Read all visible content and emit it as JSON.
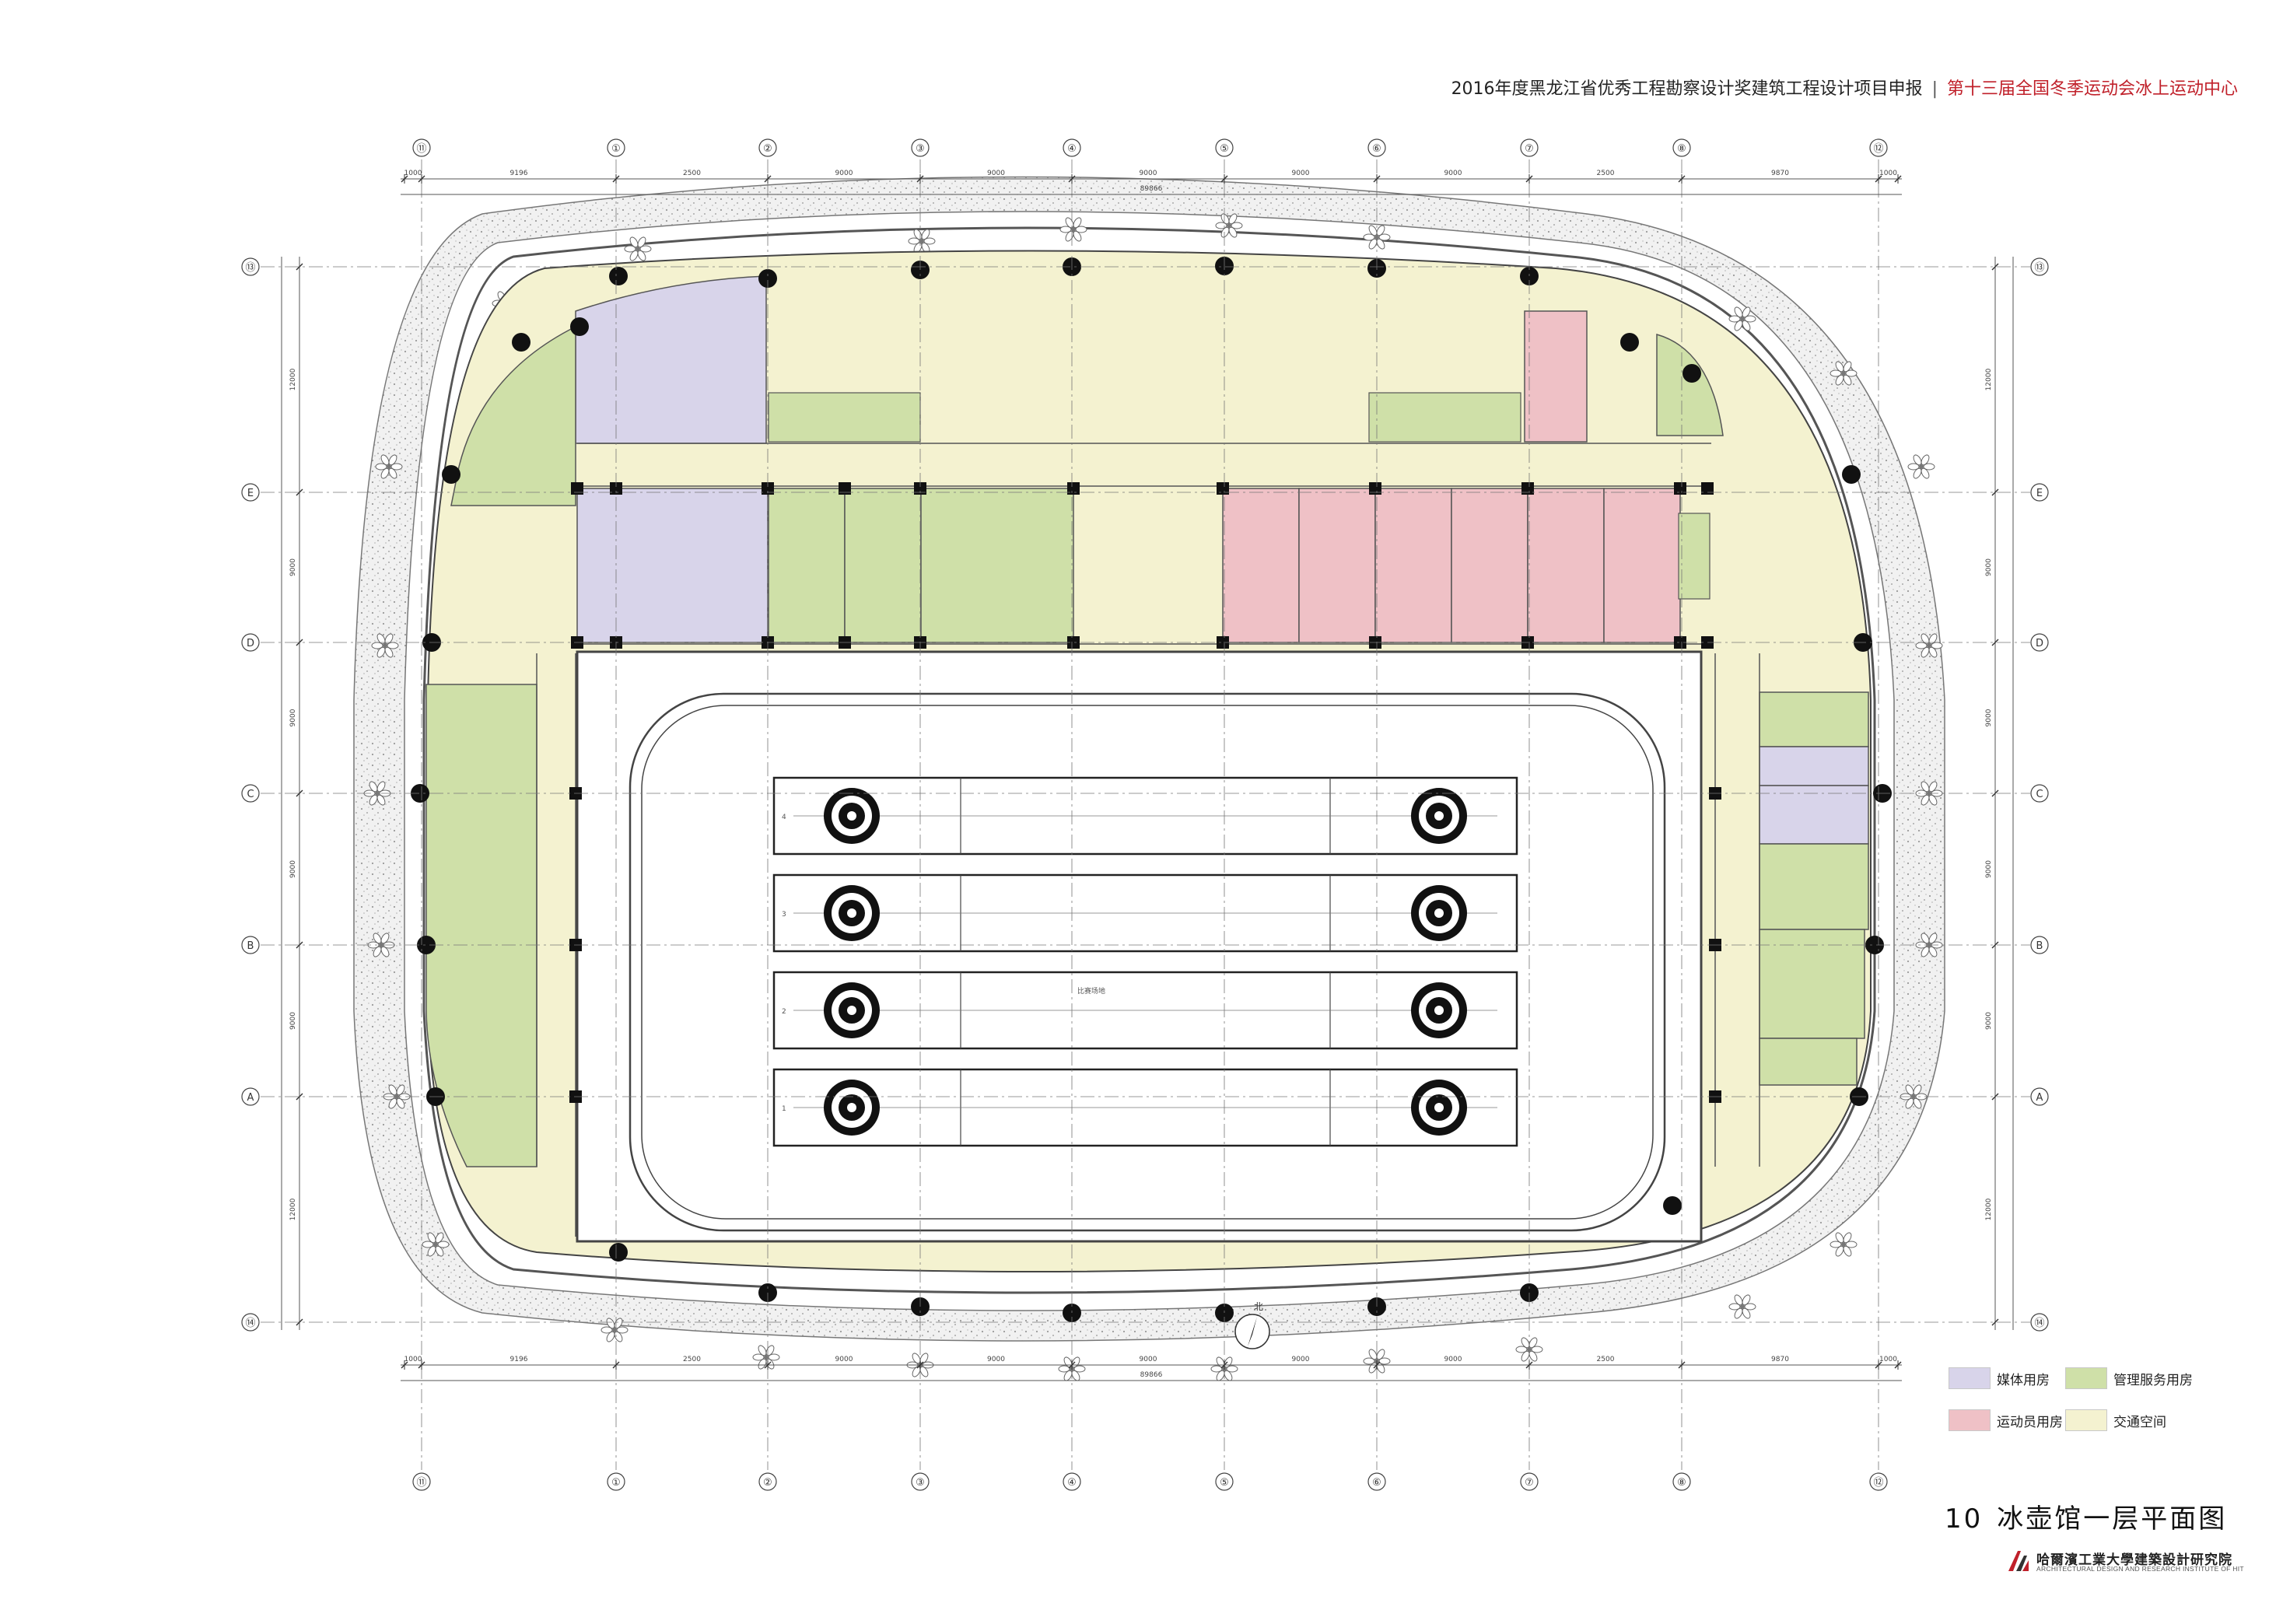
{
  "header": {
    "award_line": "2016年度黑龙江省优秀工程勘察设计奖建筑工程设计项目申报",
    "separator": "|",
    "project_name": "第十三届全国冬季运动会冰上运动中心"
  },
  "drawing": {
    "number": "10",
    "title": "冰壶馆一层平面图",
    "north_label": "北",
    "field_label": "比赛场地"
  },
  "grid": {
    "columns_top": [
      "⑪",
      "①",
      "②",
      "③",
      "④",
      "⑤",
      "⑥",
      "⑦",
      "⑧",
      "⑫"
    ],
    "rows": [
      "⑬",
      "E",
      "D",
      "C",
      "B",
      "A",
      "⑭"
    ],
    "dims_top": [
      "1000",
      "9196",
      "2500",
      "9000",
      "9000",
      "9000",
      "9000",
      "9000",
      "2500",
      "9870",
      "1000"
    ],
    "total_dim": "89866",
    "dim_9000": "9000",
    "dim_12000": "12000"
  },
  "sheets": [
    {
      "lane": "4"
    },
    {
      "lane": "3"
    },
    {
      "lane": "2"
    },
    {
      "lane": "1"
    }
  ],
  "legend": [
    {
      "label": "媒体用房",
      "color": "#d8d4ea"
    },
    {
      "label": "管理服务用房",
      "color": "#cfe0a8"
    },
    {
      "label": "运动员用房",
      "color": "#efc1c6"
    },
    {
      "label": "交通空间",
      "color": "#f4f2d0"
    }
  ],
  "colors": {
    "media": "#d8d4ea",
    "management": "#cfe0a8",
    "athlete": "#efc1c6",
    "circulation": "#f4f2d0",
    "ink": "#222222",
    "accent": "#c0202a"
  },
  "institute": {
    "name_cn": "哈爾濱工業大學建築設計研究院",
    "name_en": "ARCHITECTURAL DESIGN AND RESEARCH INSTITUTE OF HIT"
  }
}
